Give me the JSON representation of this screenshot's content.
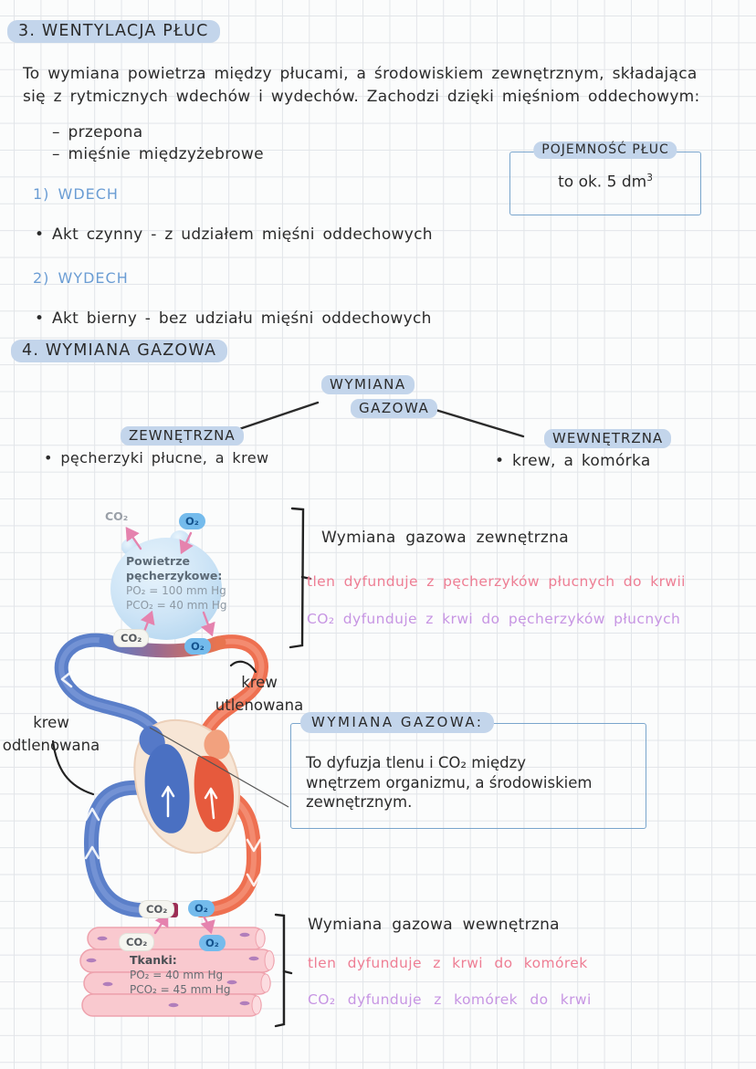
{
  "colors": {
    "highlight": "#c3d5eb",
    "blue_heading": "#6b9dd4",
    "pink_note": "#ee7e94",
    "purple_note": "#c795e3",
    "box_border": "#79a5cc",
    "ink": "#2b2b2b",
    "vessel_blue": "#5b7fc9",
    "vessel_red": "#ee7051",
    "alveolus_blue": "#c9e2f4",
    "tissue_pink": "#f9c9cf"
  },
  "ventilation": {
    "heading": "3. WENTYLACJA PŁUC",
    "intro": [
      "To wymiana powietrza między płucami, a środowiskiem zewnętrznym, składająca",
      "się z rytmicznych wdechów i wydechów. Zachodzi dzięki mięśniom oddechowym:"
    ],
    "muscles": [
      "– przepona",
      "– mięśnie międzyżebrowe"
    ],
    "capacity_box": {
      "title": "POJEMNOŚĆ PŁUC",
      "value": "to ok. 5 dm",
      "sup": "3"
    },
    "inhale_heading": "1) WDECH",
    "inhale_note": "• Akt czynny - z udziałem mięśni oddechowych",
    "exhale_heading": "2) WYDECH",
    "exhale_note": "• Akt bierny - bez udziału mięśni oddechowych"
  },
  "gas_exchange": {
    "heading": "4. WYMIANA GAZOWA",
    "tree": {
      "root_line1": "WYMIANA",
      "root_line2": "GAZOWA",
      "external_label": "ZEWNĘTRZNA",
      "external_desc": "• pęcherzyki płucne, a krew",
      "internal_label": "WEWNĘTRZNA",
      "internal_desc": "• krew, a komórka"
    },
    "external_notes": {
      "title": "Wymiana gazowa zewnętrzna",
      "pink": "tlen dyfunduje z pęcherzyków płucnych do krwii",
      "purple": "CO₂ dyfunduje z krwi do pęcherzyków płucnych"
    },
    "definition_box": {
      "title": "WYMIANA GAZOWA:",
      "body": [
        "To dyfuzja tlenu i CO₂ między",
        "wnętrzem organizmu, a środowiskiem",
        "zewnętrznym."
      ]
    },
    "internal_notes": {
      "title": "Wymiana gazowa wewnętrzna",
      "pink": "tlen dyfunduje z krwi do komórek",
      "purple": "CO₂ dyfunduje z komórek do krwi"
    }
  },
  "diagram": {
    "alveolus": {
      "title1": "Powietrze",
      "title2": "pęcherzykowe:",
      "po2": "PO₂ = 100 mm Hg",
      "pco2": "PCO₂ = 40 mm Hg"
    },
    "tissue": {
      "title": "Tkanki:",
      "po2": "PO₂ = 40 mm Hg",
      "pco2": "PCO₂ = 45 mm Hg"
    },
    "labels": {
      "co2": "CO₂",
      "o2": "O₂",
      "oxygenated_1": "krew",
      "oxygenated_2": "utlenowana",
      "deoxygenated_1": "krew",
      "deoxygenated_2": "odtlenowana"
    }
  }
}
